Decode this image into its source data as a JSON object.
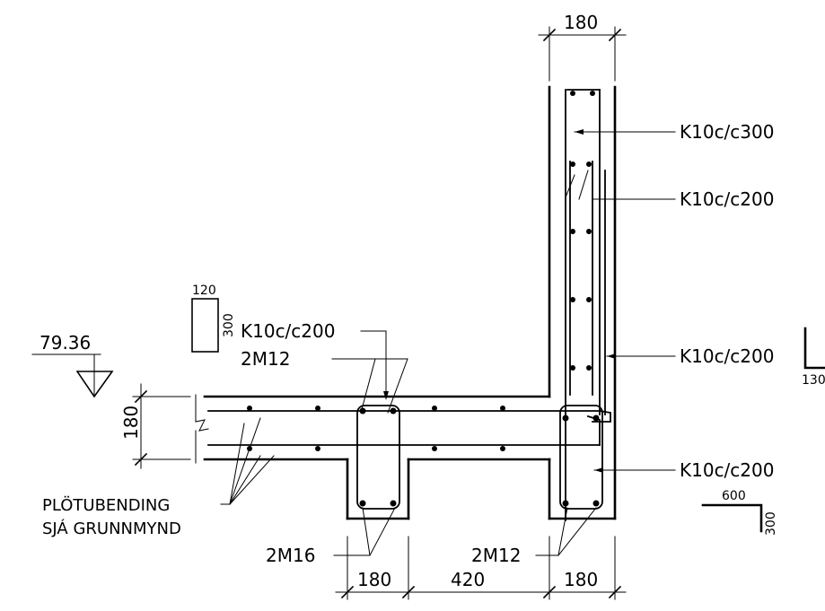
{
  "labels": {
    "dim_wall_top": "180",
    "rebar_k10c300": "K10c/c300",
    "rebar_k10c200_upper": "K10c/c200",
    "rebar_k10c200_right": "K10c/c200",
    "rebar_k10c200_lower": "K10c/c200",
    "rebar_k10c200_left": "K10c/c200",
    "rebar_2m12_top": "2M12",
    "rebar_2m12_bottom": "2M12",
    "rebar_2m16": "2M16",
    "elevation": "79.36",
    "dim_slab": "180",
    "note_line1": "PLÖTUBENDING",
    "note_line2": "SJÁ GRUNNMYND",
    "dim_bottom_1": "180",
    "dim_bottom_2": "420",
    "dim_bottom_3": "180",
    "small_rect_w": "120",
    "small_rect_h": "300",
    "angle_w": "600",
    "angle_h": "300",
    "edge_label": "130"
  }
}
